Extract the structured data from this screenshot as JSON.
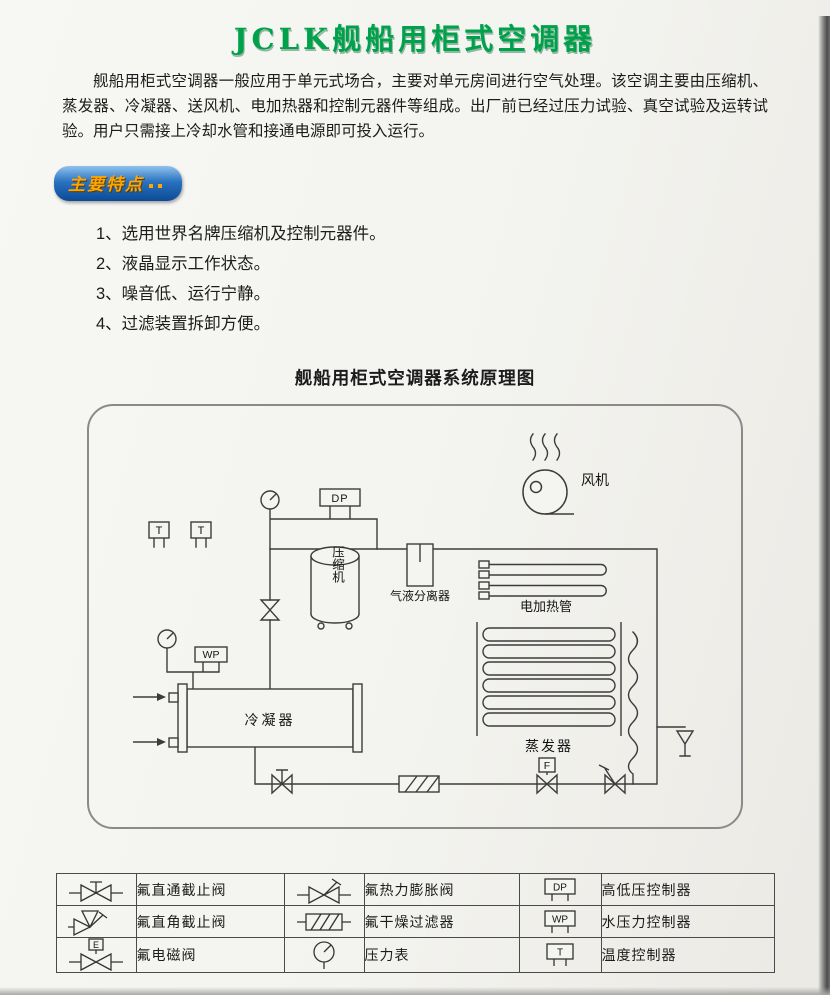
{
  "colors": {
    "title_green": "#00a14b",
    "badge_blue": "#0b4a96",
    "badge_text": "#ffa600",
    "line": "#3c3c3c"
  },
  "header": {
    "title": "JCLK舰船用柜式空调器"
  },
  "intro": {
    "text": "舰船用柜式空调器一般应用于单元式场合，主要对单元房间进行空气处理。该空调主要由压缩机、蒸发器、冷凝器、送风机、电加热器和控制元器件等组成。出厂前已经过压力试验、真空试验及运转试验。用户只需接上冷却水管和接通电源即可投入运行。"
  },
  "features": {
    "badge": "主要特点",
    "items": [
      "1、选用世界名牌压缩机及控制元器件。",
      "2、液晶显示工作状态。",
      "3、噪音低、运行宁静。",
      "4、过滤装置拆卸方便。"
    ]
  },
  "diagram": {
    "title": "舰船用柜式空调器系统原理图",
    "labels": {
      "fan": "风机",
      "dp": "DP",
      "t1": "T",
      "t2": "T",
      "compressor": "压缩机",
      "separator": "气液分离器",
      "heater": "电加热管",
      "wp": "WP",
      "condenser": "冷凝器",
      "evaporator": "蒸发器",
      "f": "F"
    }
  },
  "legend": {
    "symbols": {
      "dp": "DP",
      "wp": "WP",
      "t": "T",
      "e": "E"
    },
    "rows": [
      [
        "氟直通截止阀",
        "氟热力膨胀阀",
        "高低压控制器"
      ],
      [
        "氟直角截止阀",
        "氟干燥过滤器",
        "水压力控制器"
      ],
      [
        "氟电磁阀",
        "压力表",
        "温度控制器"
      ]
    ]
  }
}
